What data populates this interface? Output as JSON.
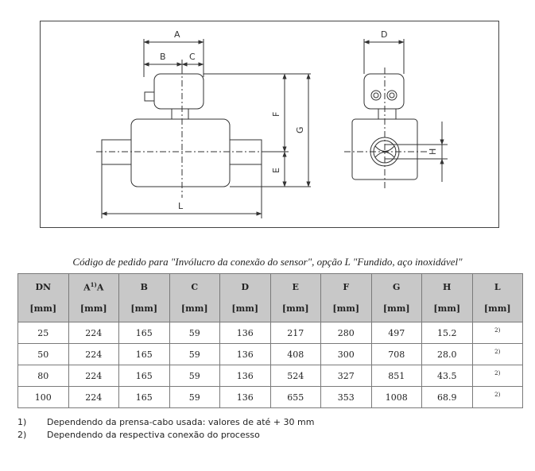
{
  "drawing": {
    "labels": {
      "A": "A",
      "B": "B",
      "C": "C",
      "D": "D",
      "E": "E",
      "F": "F",
      "G": "G",
      "H": "H",
      "L": "L"
    }
  },
  "caption": "Código de pedido para \"Invólucro da conexão do sensor\", opção L \"Fundido, aço inoxidável\"",
  "table": {
    "headers": [
      {
        "name": "DN",
        "sup": "",
        "unit": "[mm]"
      },
      {
        "name": "A",
        "sup": "1)",
        "unit": "[mm]"
      },
      {
        "name": "B",
        "sup": "",
        "unit": "[mm]"
      },
      {
        "name": "C",
        "sup": "",
        "unit": "[mm]"
      },
      {
        "name": "D",
        "sup": "",
        "unit": "[mm]"
      },
      {
        "name": "E",
        "sup": "",
        "unit": "[mm]"
      },
      {
        "name": "F",
        "sup": "",
        "unit": "[mm]"
      },
      {
        "name": "G",
        "sup": "",
        "unit": "[mm]"
      },
      {
        "name": "H",
        "sup": "",
        "unit": "[mm]"
      },
      {
        "name": "L",
        "sup": "",
        "unit": "[mm]"
      }
    ],
    "rows": [
      [
        "25",
        "224",
        "165",
        "59",
        "136",
        "217",
        "280",
        "497",
        "15.2",
        "2)"
      ],
      [
        "50",
        "224",
        "165",
        "59",
        "136",
        "408",
        "300",
        "708",
        "28.0",
        "2)"
      ],
      [
        "80",
        "224",
        "165",
        "59",
        "136",
        "524",
        "327",
        "851",
        "43.5",
        "2)"
      ],
      [
        "100",
        "224",
        "165",
        "59",
        "136",
        "655",
        "353",
        "1008",
        "68.9",
        "2)"
      ]
    ]
  },
  "notes": [
    {
      "num": "1)",
      "text": "Dependendo da prensa-cabo usada: valores de até + 30 mm"
    },
    {
      "num": "2)",
      "text": "Dependendo da respectiva conexão do processo"
    }
  ]
}
